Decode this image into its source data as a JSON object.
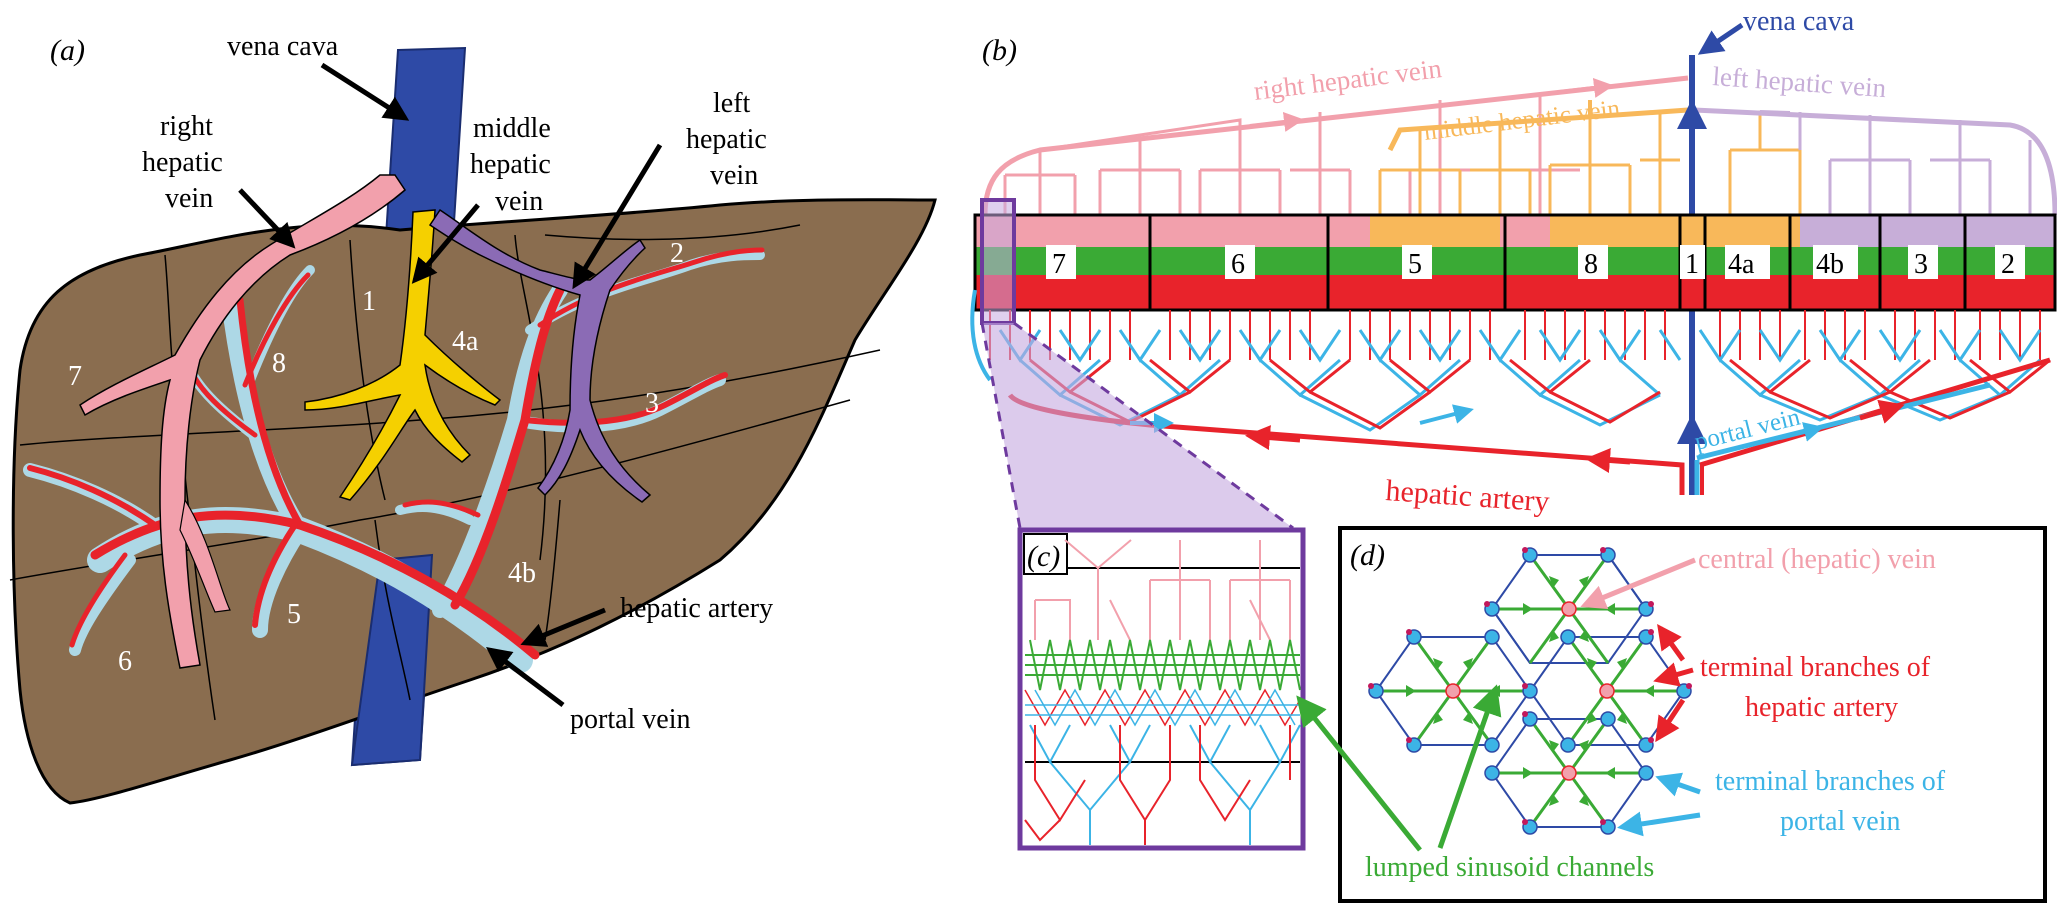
{
  "panel_a": {
    "tag": "(a)",
    "labels": {
      "vena_cava": "vena cava",
      "right_hepatic_vein": [
        "right",
        "hepatic",
        "vein"
      ],
      "middle_hepatic_vein": [
        "middle",
        "hepatic",
        "vein"
      ],
      "left_hepatic_vein": [
        "left",
        "hepatic",
        "vein"
      ],
      "hepatic_artery": "hepatic artery",
      "portal_vein": "portal vein"
    },
    "segments": [
      "7",
      "8",
      "1",
      "4a",
      "2",
      "3",
      "6",
      "5",
      "4b"
    ]
  },
  "panel_b": {
    "tag": "(b)",
    "labels": {
      "vena_cava": "vena cava",
      "right_hepatic_vein": "right hepatic vein",
      "middle_hepatic_vein": "middle hepatic vein",
      "left_hepatic_vein": "left hepatic vein",
      "hepatic_artery": "hepatic artery",
      "portal_vein": "portal vein"
    },
    "segments": [
      "7",
      "6",
      "5",
      "8",
      "1",
      "4a",
      "4b",
      "3",
      "2"
    ]
  },
  "panel_c": {
    "tag": "(c)"
  },
  "panel_d": {
    "tag": "(d)",
    "labels": {
      "central_vein": "central (hepatic) vein",
      "artery_branches": [
        "terminal branches of",
        "hepatic artery"
      ],
      "portal_branches": [
        "terminal branches of",
        "portal vein"
      ]
    }
  },
  "shared": {
    "lumped_sinusoid_channels": "lumped sinusoid channels"
  },
  "colors": {
    "liver": "#8a6d4f",
    "vena_cava": "#2e4aa6",
    "right_hepatic_vein": "#f2a0ac",
    "middle_hepatic_vein": "#f5d000",
    "left_hepatic_vein": "#8b6bb5",
    "hepatic_artery": "#e8232b",
    "portal_vein": "#add8e6",
    "portal_vein_b": "#3cb4e6",
    "sinusoid_green": "#3aaa35",
    "middle_hepatic_vein_b": "#f8b85a",
    "left_hepatic_vein_b": "#c7aed8",
    "highlight_purple": "#6e3a9e"
  }
}
